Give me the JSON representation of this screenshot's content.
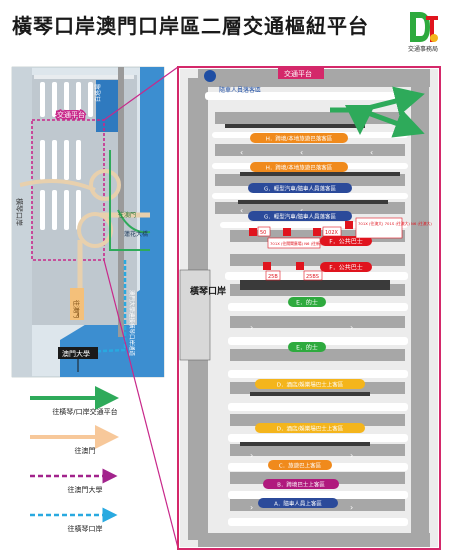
{
  "title": "橫琴口岸澳門口岸區二層交通樞紐平台",
  "logo": {
    "icon": "dsat-logo-icon",
    "name": "交通事務局"
  },
  "overview": {
    "platform_label": "交通平台",
    "white_platform_label": "白塔場",
    "to_macau_label": "往澳門",
    "lotus_bridge_label": "蓮花大橋",
    "checkpoint_label": "橫琴口岸",
    "macau_label": "往澳門",
    "um_tunnel_label": "澳門大學連接橫琴口岸通道",
    "um_label": "澳門大學"
  },
  "detail": {
    "platform_label": "交通平台",
    "checkpoint_label": "橫琴口岸",
    "drop_off_label": "隨車人員落客區",
    "zones": [
      {
        "id": "H1",
        "label": "H．跨境/本地旅遊巴落客區",
        "color": "#f08a1c"
      },
      {
        "id": "H2",
        "label": "H．跨境/本地旅遊巴落客區",
        "color": "#f08a1c"
      },
      {
        "id": "G1",
        "label": "G．輕型汽車/隨車人員落客區",
        "color": "#2b4a9a"
      },
      {
        "id": "G2",
        "label": "G．輕型汽車/隨車人員落客區",
        "color": "#2b4a9a"
      },
      {
        "id": "F1",
        "label": "F．公共巴士",
        "color": "#e0141e"
      },
      {
        "id": "F2",
        "label": "F．公共巴士",
        "color": "#e0141e"
      },
      {
        "id": "E1",
        "label": "E．的士",
        "color": "#2eaa3e"
      },
      {
        "id": "E2",
        "label": "E．的士",
        "color": "#2eaa3e"
      },
      {
        "id": "D1",
        "label": "D．酒店/娛樂場巴士上客區",
        "color": "#f4b51c"
      },
      {
        "id": "D2",
        "label": "D．酒店/娛樂場巴士上客區",
        "color": "#f4b51c"
      },
      {
        "id": "C",
        "label": "C．旅遊巴上客區",
        "color": "#f08a1c"
      },
      {
        "id": "B",
        "label": "B．跨境巴士上客區",
        "color": "#b0197d"
      },
      {
        "id": "A",
        "label": "A．隨車人員上客區",
        "color": "#2b4a9a"
      }
    ],
    "bus_routes": {
      "r50": "50",
      "r102x": "102X",
      "r701x_n6": "701X (往關閘廣場) N6 (往新馬路)",
      "r701x_r701s": "701X (往澳大) 701S (往澳大) N6 (往澳大)",
      "r25b": "25B",
      "r25bs": "25BS"
    }
  },
  "legend": [
    {
      "label": "往橫琴/口岸交通平台",
      "color": "#2eaa5a",
      "style": "solid"
    },
    {
      "label": "往澳門",
      "color": "#f7c89a",
      "style": "solid"
    },
    {
      "label": "往澳門大學",
      "color": "#a2238c",
      "style": "dashed"
    },
    {
      "label": "往橫琴口岸",
      "color": "#29a9e0",
      "style": "dashed"
    }
  ],
  "colors": {
    "frame": "#d4286a",
    "road": "#a7a7a7",
    "sea": "#3c8ed0",
    "platform": "#c9e3f5",
    "arrow": "#2eaa5a"
  }
}
